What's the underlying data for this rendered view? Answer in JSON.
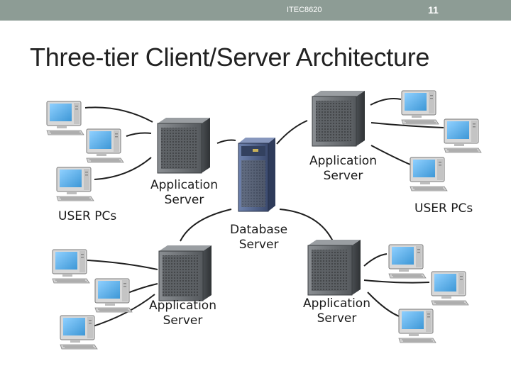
{
  "header": {
    "course": "ITEC8620",
    "page_number": "11"
  },
  "title": "Three-tier Client/Server Architecture",
  "labels": {
    "user_pcs_left": "USER PCs",
    "user_pcs_right": "USER PCs",
    "app_server_upper_left": [
      "Application",
      "Server"
    ],
    "app_server_upper_right": [
      "Application",
      "Server"
    ],
    "app_server_lower_left": [
      "Application",
      "Server"
    ],
    "app_server_lower_right": [
      "Application",
      "Server"
    ],
    "database_server": [
      "Database",
      "Server"
    ]
  },
  "icons": {
    "pc": "desktop-pc-icon",
    "app_server": "tower-server-icon",
    "db_server": "database-server-icon"
  },
  "colors": {
    "topbar": "#8d9c95",
    "screen": "#5fb0e8",
    "server_body": "#6a6e72",
    "db_body": "#4c5f86"
  }
}
